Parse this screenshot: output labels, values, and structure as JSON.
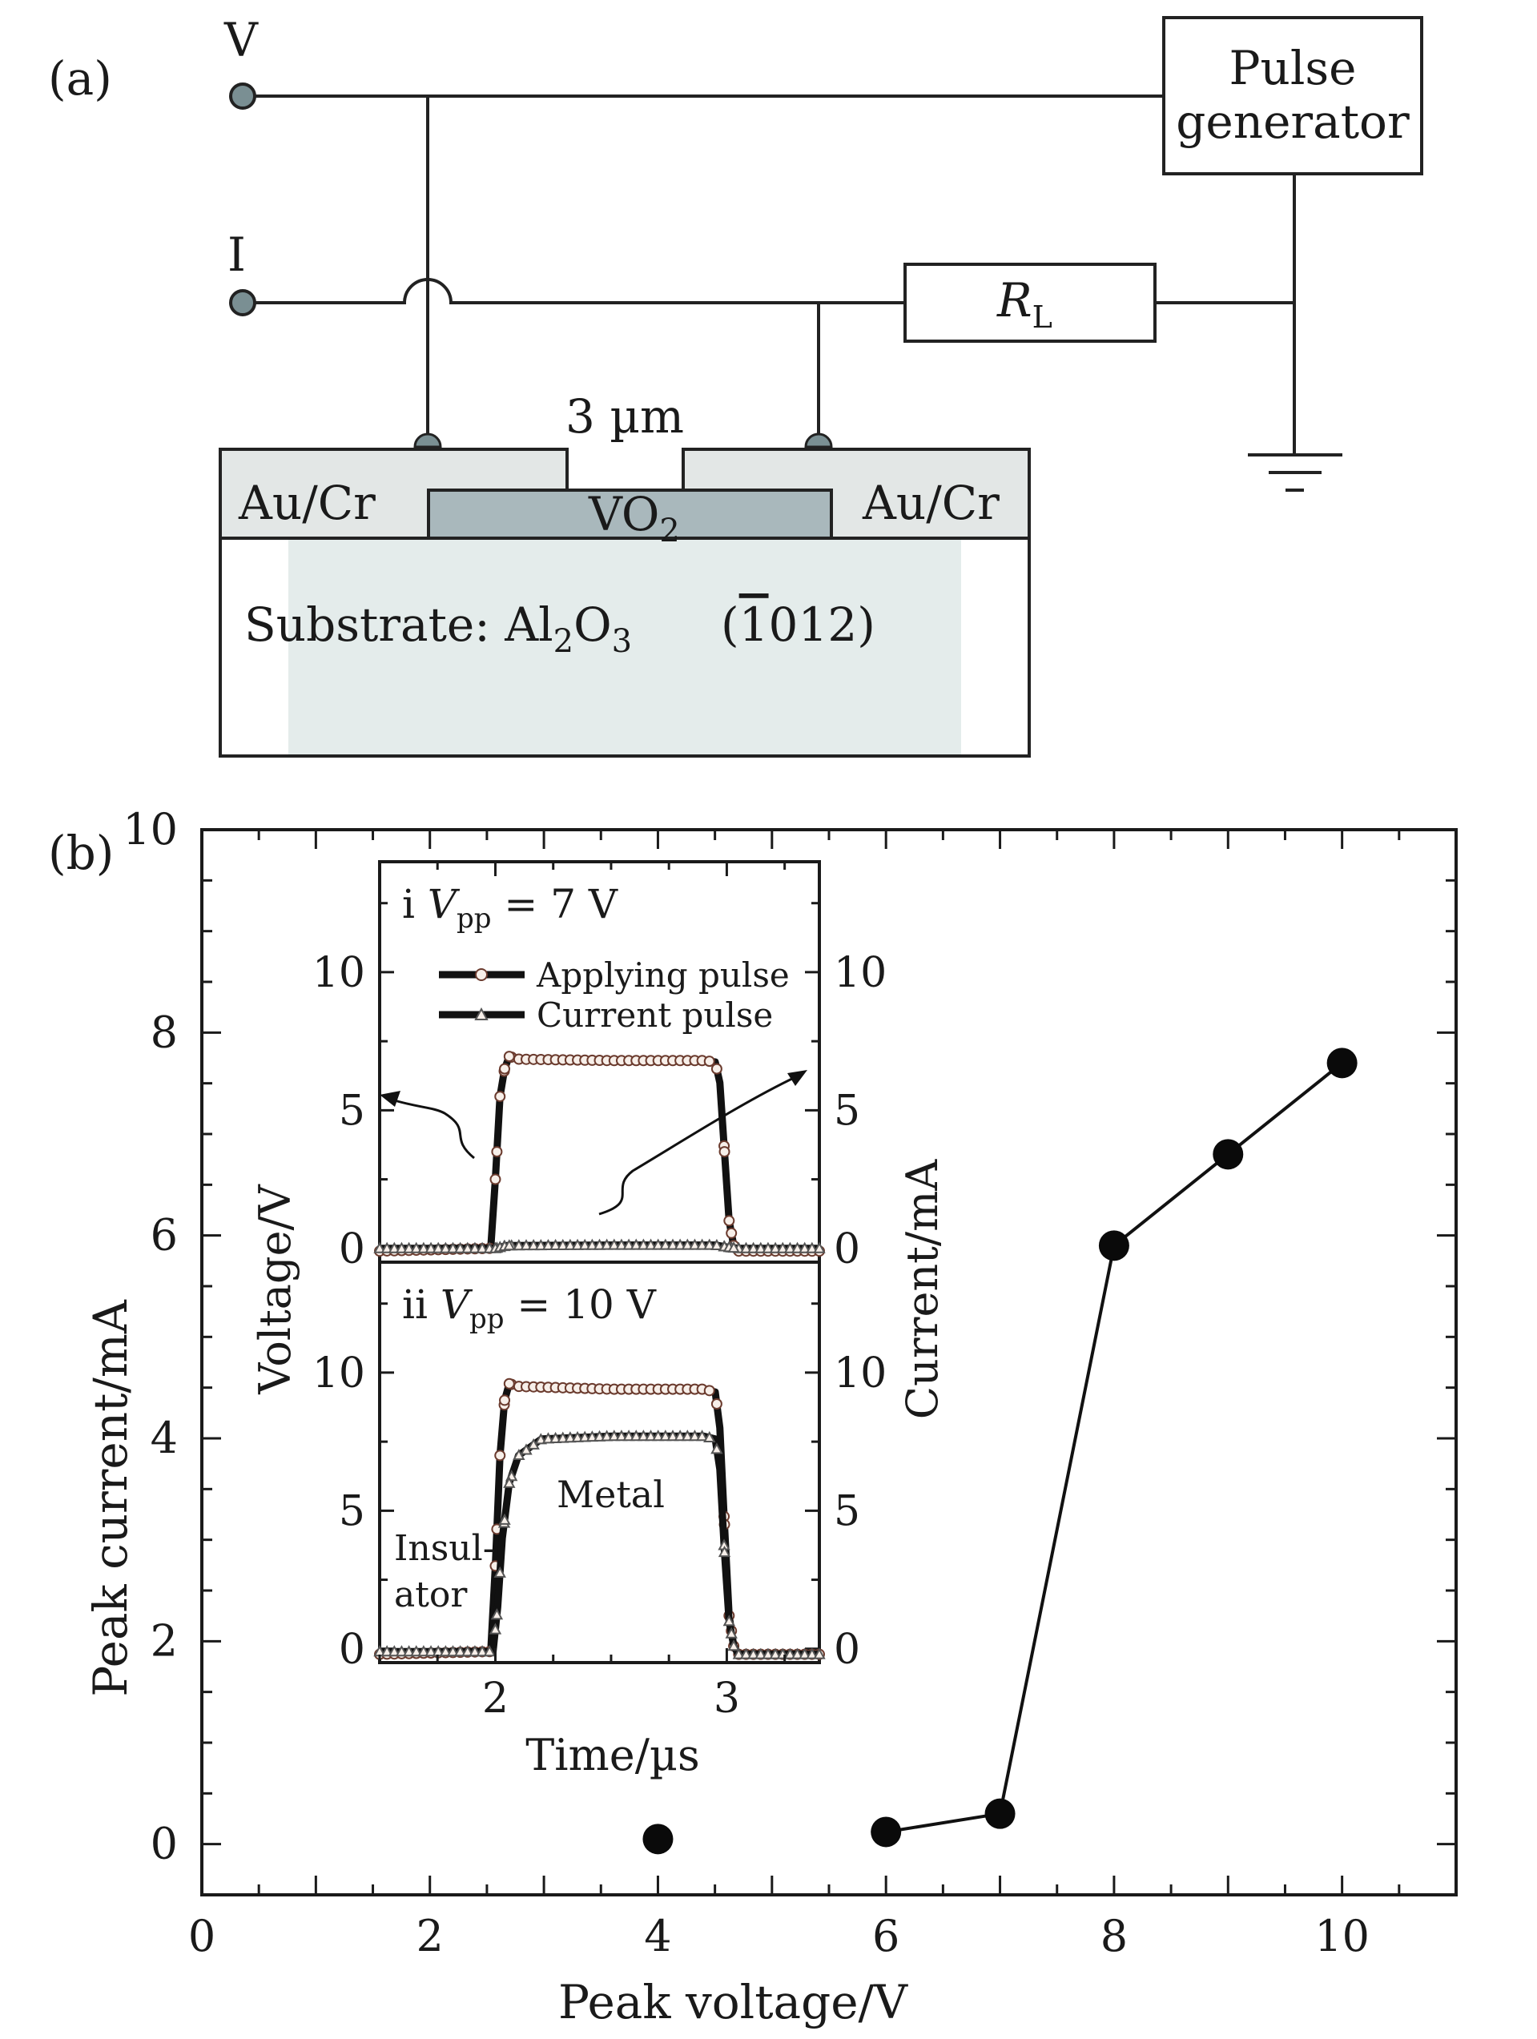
{
  "figure": {
    "panel_a_label": "(a)",
    "panel_b_label": "(b)"
  },
  "circuit": {
    "terminal_v": "V",
    "terminal_i": "I",
    "pulse_generator": [
      "Pulse",
      "generator"
    ],
    "load_resistor": "R",
    "load_resistor_sub": "L",
    "gap": "3 µm",
    "left_electrode": "Au/Cr",
    "right_electrode": "Au/Cr",
    "film": "VO",
    "film_sub": "2",
    "substrate_prefix": "Substrate: Al",
    "substrate_sub1": "2",
    "substrate_mid": "O",
    "substrate_sub2": "3",
    "orientation_open": "(",
    "orientation_bar": "1",
    "orientation_rest": "012)",
    "colors": {
      "film": "#a9b8bc",
      "substrate": "#e4eceb",
      "electrode": "#e3e7e6",
      "terminal": "#7a8f93"
    }
  },
  "chart_data": [
    {
      "type": "scatter",
      "title": "",
      "xlabel": "Peak voltage/V",
      "ylabel": "Peak current/mA",
      "xlim": [
        0,
        11
      ],
      "ylim": [
        -0.5,
        10
      ],
      "xticks": [
        0,
        2,
        4,
        6,
        8,
        10
      ],
      "yticks": [
        0,
        2,
        4,
        6,
        8,
        10
      ],
      "series": [
        {
          "x": [
            4,
            6,
            7,
            8,
            9,
            10
          ],
          "y": [
            0.05,
            0.12,
            0.3,
            5.9,
            6.8,
            7.7
          ],
          "connected_from_index": 1
        }
      ]
    },
    {
      "type": "line",
      "panel_label": "i",
      "vpp_symbol": "V",
      "vpp_sub": "pp",
      "vpp_value": " = 7 V",
      "xlabel": "Time/µs",
      "ylabel_left": "Voltage/V",
      "ylabel_right": "Current/mA",
      "xlim": [
        1.5,
        3.4
      ],
      "ylim": [
        -0.5,
        14
      ],
      "yticks": [
        0,
        5,
        10
      ],
      "legend": [
        "Applying pulse",
        "Current pulse"
      ],
      "series": [
        {
          "name": "Applying pulse",
          "marker": "circle",
          "x": [
            1.5,
            1.98,
            2.0,
            2.02,
            2.04,
            2.06,
            2.1,
            2.5,
            2.9,
            2.95,
            2.97,
            2.99,
            3.01,
            3.03,
            3.05,
            3.4
          ],
          "y": [
            -0.1,
            0,
            2.5,
            5.5,
            6.5,
            6.95,
            6.85,
            6.8,
            6.8,
            6.75,
            6.0,
            3.5,
            1.0,
            0.1,
            -0.1,
            -0.1
          ]
        },
        {
          "name": "Current pulse",
          "marker": "triangle",
          "x": [
            1.5,
            2.0,
            2.05,
            2.5,
            2.95,
            3.0,
            3.05,
            3.4
          ],
          "y": [
            0,
            0,
            0.1,
            0.12,
            0.12,
            0.05,
            0,
            0
          ]
        }
      ]
    },
    {
      "type": "line",
      "panel_label": "ii",
      "vpp_symbol": "V",
      "vpp_sub": "pp",
      "vpp_value": " = 10 V",
      "xticks": [
        2,
        3
      ],
      "ylim": [
        -0.5,
        14
      ],
      "yticks": [
        0,
        5,
        10
      ],
      "annotations": [
        "Insul-",
        "ator",
        "Metal"
      ],
      "series": [
        {
          "name": "Applying pulse",
          "marker": "circle",
          "x": [
            1.5,
            1.98,
            2.0,
            2.02,
            2.04,
            2.06,
            2.1,
            2.5,
            2.9,
            2.95,
            2.97,
            2.99,
            3.01,
            3.03,
            3.05,
            3.4
          ],
          "y": [
            -0.2,
            -0.1,
            3.0,
            7.0,
            9.0,
            9.6,
            9.5,
            9.4,
            9.4,
            9.3,
            8.0,
            4.5,
            1.2,
            0.1,
            -0.2,
            -0.2
          ]
        },
        {
          "name": "Current pulse",
          "marker": "triangle",
          "x": [
            1.5,
            1.99,
            2.01,
            2.03,
            2.06,
            2.1,
            2.2,
            2.5,
            2.9,
            2.95,
            2.97,
            2.99,
            3.01,
            3.03,
            3.05,
            3.4
          ],
          "y": [
            -0.1,
            -0.1,
            1.5,
            4.0,
            6.0,
            7.0,
            7.6,
            7.7,
            7.7,
            7.6,
            6.5,
            3.5,
            1.0,
            0.1,
            -0.2,
            -0.2
          ]
        }
      ]
    }
  ]
}
